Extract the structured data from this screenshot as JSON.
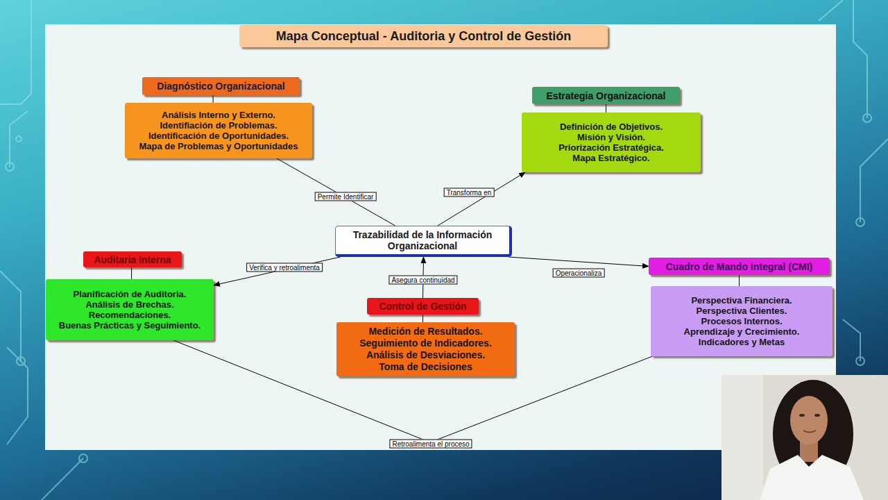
{
  "diagram": {
    "title": "Mapa Conceptual - Auditoria y Control de Gestión",
    "nodes": [
      {
        "text": [
          "Diagnóstico Organizacional"
        ]
      },
      {
        "text": [
          "Análisis Interno y Externo.",
          "Identifiación de Problemas.",
          "Identificación de Oportunidades.",
          "Mapa de Problemas y Oportunidades"
        ]
      },
      {
        "text": [
          "Estrategia Organizacional"
        ]
      },
      {
        "text": [
          "Definición de Objetivos.",
          "Misión y Visión.",
          "Priorización Estratégica.",
          "Mapa Estratégico."
        ]
      },
      {
        "text": [
          "Trazabilidad de la Información Organizacional"
        ]
      },
      {
        "text": [
          "Auditaria Interna"
        ]
      },
      {
        "text": [
          "Planificación de Auditoria.",
          "Análisis de Brechas.",
          "Recomendaciones.",
          "Buenas Prácticas y Seguimiento."
        ]
      },
      {
        "text": [
          "Control de Gestión"
        ]
      },
      {
        "text": [
          "Medición de Resultados.",
          "Seguimiento de Indicadores.",
          "Análisis de Desviaciones.",
          "Toma de Decisiones"
        ]
      },
      {
        "text": [
          "Cuadro de Mando Integral (CMI)"
        ]
      },
      {
        "text": [
          "Perspectiva Financiera.",
          "Perspectiva Clientes.",
          "Procesos Internos.",
          "Aprendizaje y Crecimiento.",
          "Indicadores y Metas"
        ]
      }
    ],
    "edges": [
      {
        "from": 0,
        "to": 1,
        "arrow": "none"
      },
      {
        "from": 2,
        "to": 3,
        "arrow": "none"
      },
      {
        "from": 5,
        "to": 6,
        "arrow": "none"
      },
      {
        "from": 7,
        "to": 8,
        "arrow": "none"
      },
      {
        "from": 9,
        "to": 10,
        "arrow": "none"
      },
      {
        "from": 1,
        "to": 4,
        "label": "Permite Identificar",
        "arrow": "none"
      },
      {
        "from": 4,
        "to": 3,
        "label": "Transforma en",
        "arrow": "to"
      },
      {
        "from": 4,
        "to": 6,
        "label": "Verifica y retroalimenta",
        "arrow": "to"
      },
      {
        "from": 7,
        "to": 4,
        "label": "Asegura continuidad",
        "arrow": "to"
      },
      {
        "from": 4,
        "to": 9,
        "label": "Operacionaliza",
        "arrow": "to"
      },
      {
        "from": 6,
        "to": 10,
        "label": "Retroalimenta el proceso",
        "arrow": "none"
      }
    ]
  }
}
